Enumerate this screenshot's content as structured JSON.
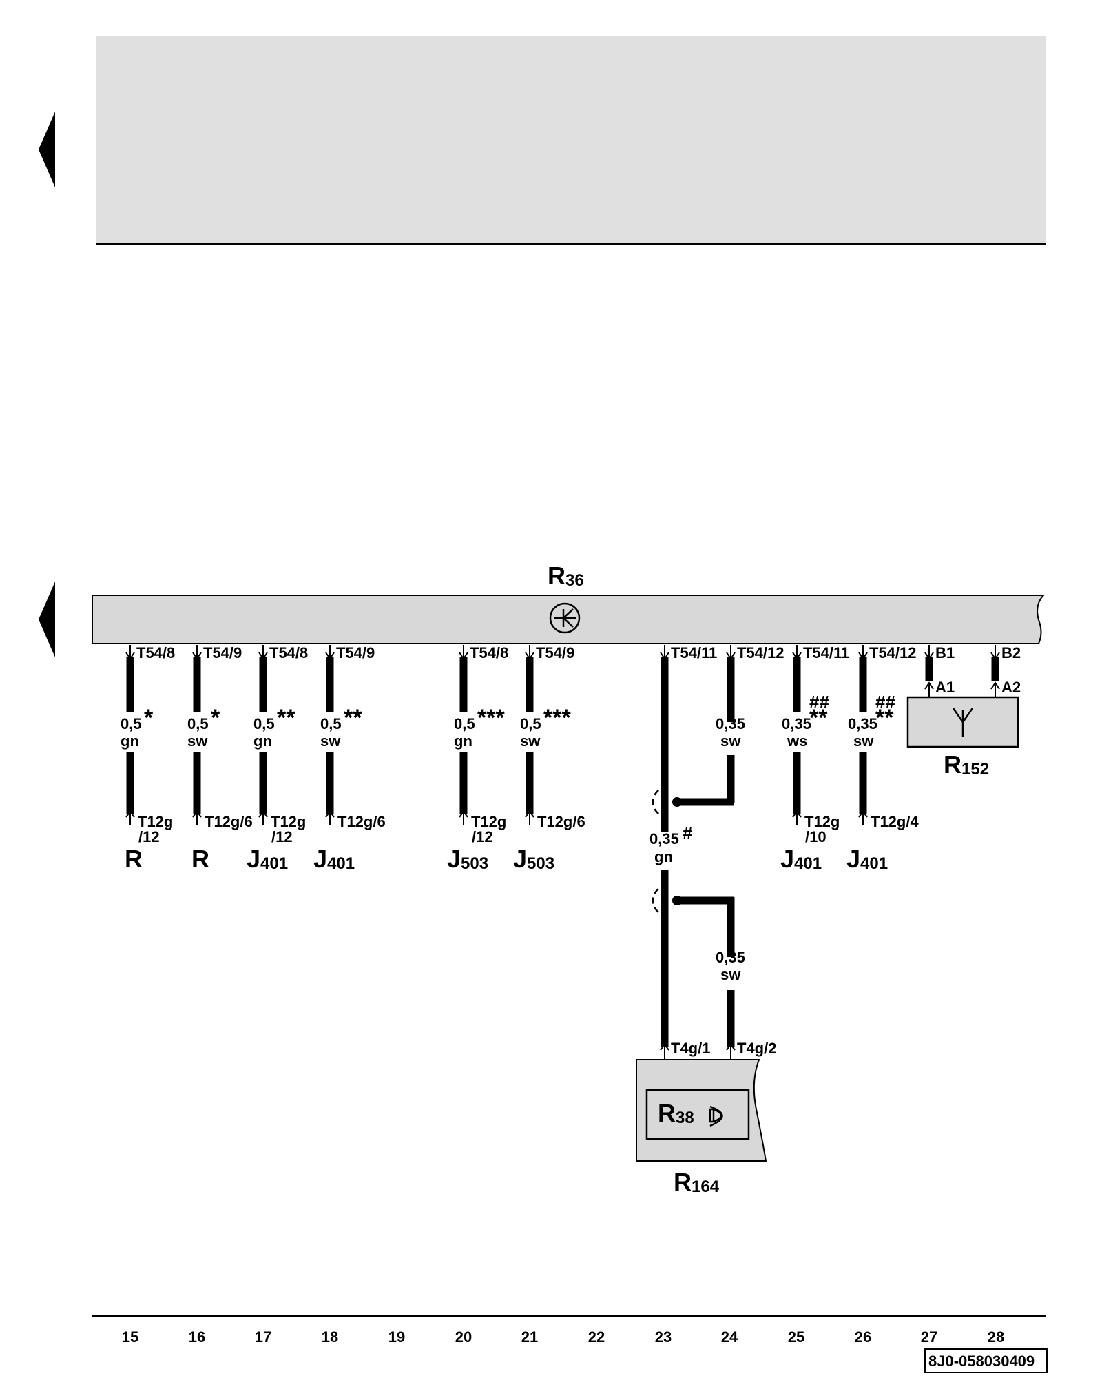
{
  "top_panel": {
    "color": "#e0e0e0"
  },
  "component_bar": {
    "label": "R",
    "sub": "36",
    "color": "#d8d8d8"
  },
  "wires": [
    {
      "id": "w15",
      "top_pin": "T54/8",
      "size": "0,5",
      "color": "gn",
      "mark": "*",
      "hash": "",
      "bottom_pin": [
        "T12g",
        "/12"
      ],
      "dest": "R",
      "dest_sub": ""
    },
    {
      "id": "w16",
      "top_pin": "T54/9",
      "size": "0,5",
      "color": "sw",
      "mark": "*",
      "hash": "",
      "bottom_pin": [
        "T12g/6"
      ],
      "dest": "R",
      "dest_sub": ""
    },
    {
      "id": "w17",
      "top_pin": "T54/8",
      "size": "0,5",
      "color": "gn",
      "mark": "**",
      "hash": "",
      "bottom_pin": [
        "T12g",
        "/12"
      ],
      "dest": "J",
      "dest_sub": "401"
    },
    {
      "id": "w18",
      "top_pin": "T54/9",
      "size": "0,5",
      "color": "sw",
      "mark": "**",
      "hash": "",
      "bottom_pin": [
        "T12g/6"
      ],
      "dest": "J",
      "dest_sub": "401"
    },
    {
      "id": "w20",
      "top_pin": "T54/8",
      "size": "0,5",
      "color": "gn",
      "mark": "***",
      "hash": "",
      "bottom_pin": [
        "T12g",
        "/12"
      ],
      "dest": "J",
      "dest_sub": "503"
    },
    {
      "id": "w21",
      "top_pin": "T54/9",
      "size": "0,5",
      "color": "sw",
      "mark": "***",
      "hash": "",
      "bottom_pin": [
        "T12g/6"
      ],
      "dest": "J",
      "dest_sub": "503"
    },
    {
      "id": "w25",
      "top_pin": "T54/11",
      "size": "0,35",
      "color": "ws",
      "mark": "**",
      "hash": "##",
      "bottom_pin": [
        "T12g",
        "/10"
      ],
      "dest": "J",
      "dest_sub": "401"
    },
    {
      "id": "w26",
      "top_pin": "T54/12",
      "size": "0,35",
      "color": "sw",
      "mark": "**",
      "hash": "##",
      "bottom_pin": [
        "T12g/4"
      ],
      "dest": "J",
      "dest_sub": "401"
    }
  ],
  "shielded_cable": {
    "top_pin": "T54/11",
    "size": "0,35",
    "mark": "#",
    "color": "gn",
    "bottom_pin": "T4g/1"
  },
  "shield_wire_upper": {
    "top_pin": "T54/12",
    "size": "0,35",
    "color": "sw"
  },
  "shield_wire_lower": {
    "size": "0,35",
    "color": "sw",
    "bottom_pin": "T4g/2"
  },
  "antenna": {
    "pins_top": [
      "B1",
      "B2"
    ],
    "pins_bottom": [
      "A1",
      "A2"
    ],
    "label": "R",
    "sub": "152",
    "color": "#d8d8d8"
  },
  "speaker_unit": {
    "inner_label": "R",
    "inner_sub": "38",
    "label": "R",
    "sub": "164",
    "color": "#d8d8d8"
  },
  "grid_numbers": [
    "15",
    "16",
    "17",
    "18",
    "19",
    "20",
    "21",
    "22",
    "23",
    "24",
    "25",
    "26",
    "27",
    "28"
  ],
  "reference": "8J0-058030409"
}
